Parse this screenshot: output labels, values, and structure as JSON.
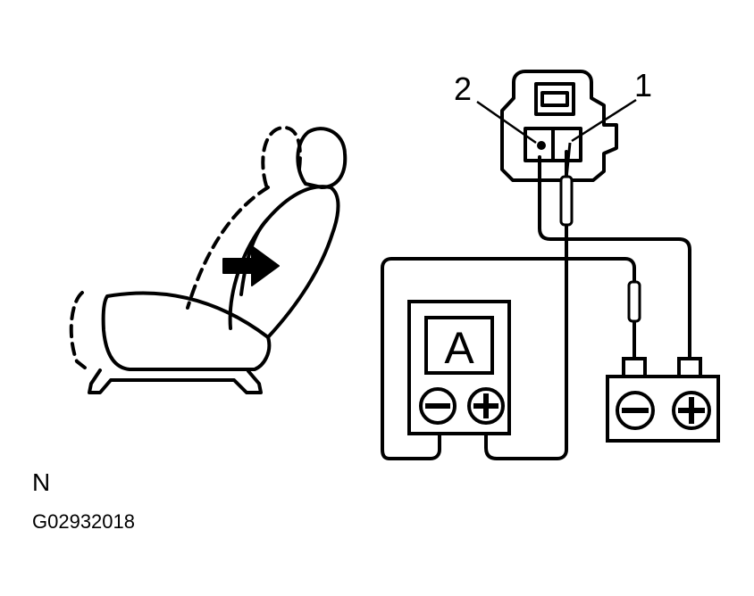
{
  "connector": {
    "pin_labels": [
      "2",
      "1"
    ]
  },
  "ammeter": {
    "symbol": "A"
  },
  "corner_note": "N",
  "figure_code": "G02932018",
  "icons": {
    "seat": "seat-icon",
    "arrow": "arrow-right-icon",
    "ammeter": "ammeter-icon",
    "battery": "battery-icon",
    "minus": "minus-terminal-icon",
    "plus": "plus-terminal-icon"
  }
}
